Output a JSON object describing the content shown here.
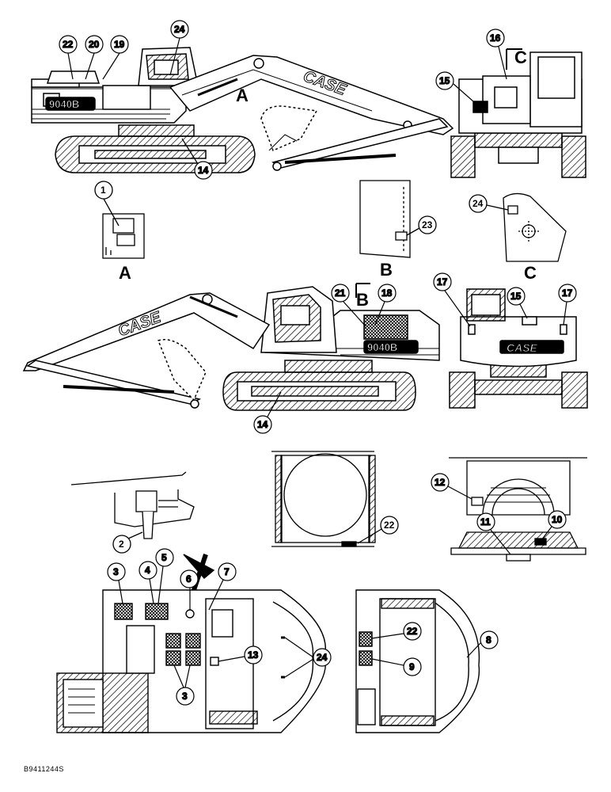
{
  "figure_id": "B9411244S",
  "brand_text": "CASE",
  "model_text": "9040B",
  "view_letters": {
    "a": "A",
    "b": "B",
    "c": "C"
  },
  "callouts": {
    "c1": "1",
    "c2": "2",
    "c3a": "3",
    "c3b": "3",
    "c4": "4",
    "c5": "5",
    "c6": "6",
    "c7": "7",
    "c8": "8",
    "c9": "9",
    "c10": "10",
    "c11": "11",
    "c12": "12",
    "c13": "13",
    "c14a": "14",
    "c14b": "14",
    "c15a": "15",
    "c15b": "15",
    "c16": "16",
    "c17a": "17",
    "c17b": "17",
    "c18": "18",
    "c19": "19",
    "c20": "20",
    "c21": "21",
    "c22a": "22",
    "c22b": "22",
    "c22c": "22",
    "c23": "23",
    "c24a": "24",
    "c24b": "24",
    "c24c": "24"
  }
}
